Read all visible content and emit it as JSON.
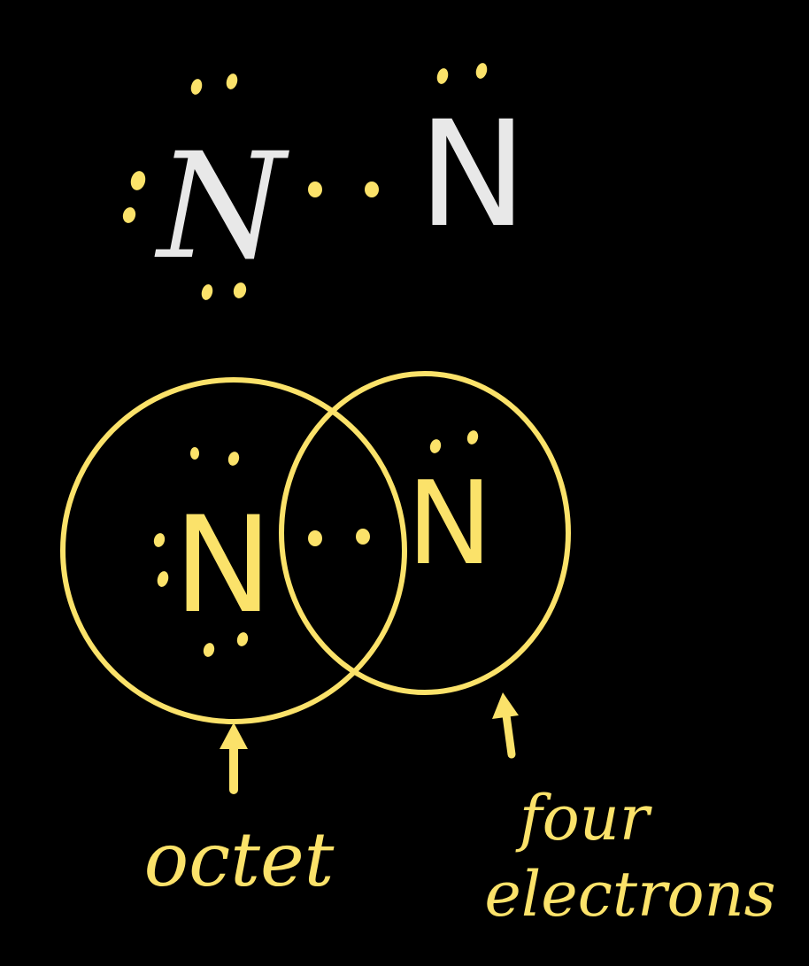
{
  "colors": {
    "background": "#000000",
    "ink_yellow": "#FBE26A",
    "ink_white": "#E8E8E8"
  },
  "atoms": {
    "symbol": "N"
  },
  "labels": {
    "left_arrow_label": "octet",
    "right_arrow_label_line1": "four",
    "right_arrow_label_line2": "electrons"
  }
}
